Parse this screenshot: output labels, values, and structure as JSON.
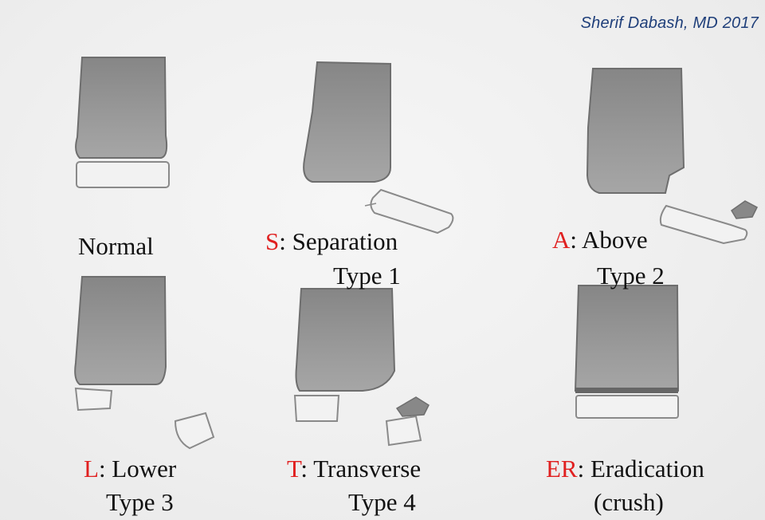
{
  "author": "Sherif Dabash, MD 2017",
  "colors": {
    "letter": "#e02020",
    "author": "#1f3f7a",
    "bone": "#8e8e8e",
    "outline": "#8a8a8a"
  },
  "panels": [
    {
      "letter": "",
      "name": "Normal",
      "type": ""
    },
    {
      "letter": "S",
      "name": ": Separation",
      "type": "Type 1"
    },
    {
      "letter": "A",
      "name": ": Above",
      "type": "Type 2"
    },
    {
      "letter": "L",
      "name": ": Lower",
      "type": "Type 3"
    },
    {
      "letter": "T",
      "name": ": Transverse",
      "type": "Type 4"
    },
    {
      "letter": "ER",
      "name": ": Eradication",
      "type": "(crush)"
    }
  ]
}
